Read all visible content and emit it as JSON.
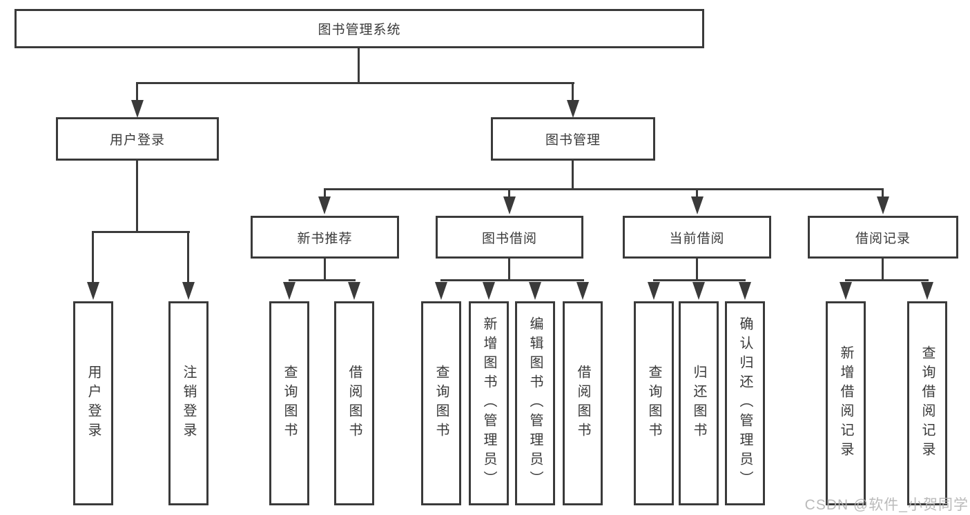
{
  "watermark": "CSDN @软件_小贺同学",
  "colors": {
    "line": "#3a3a3a",
    "text": "#3a3a3a",
    "background": "#ffffff",
    "watermark": "#b2b2b2"
  },
  "tree": {
    "root": "图书管理系统",
    "branches": [
      {
        "label": "用户登录",
        "children": [
          "用户登录",
          "注销登录"
        ]
      },
      {
        "label": "图书管理",
        "children": [
          {
            "label": "新书推荐",
            "children": [
              "查询图书",
              "借阅图书"
            ]
          },
          {
            "label": "图书借阅",
            "children": [
              "查询图书",
              "新增图书（管理员）",
              "编辑图书（管理员）",
              "借阅图书"
            ]
          },
          {
            "label": "当前借阅",
            "children": [
              "查询图书",
              "归还图书",
              "确认归还（管理员）"
            ]
          },
          {
            "label": "借阅记录",
            "children": [
              "新增借阅记录",
              "查询借阅记录"
            ]
          }
        ]
      }
    ]
  }
}
